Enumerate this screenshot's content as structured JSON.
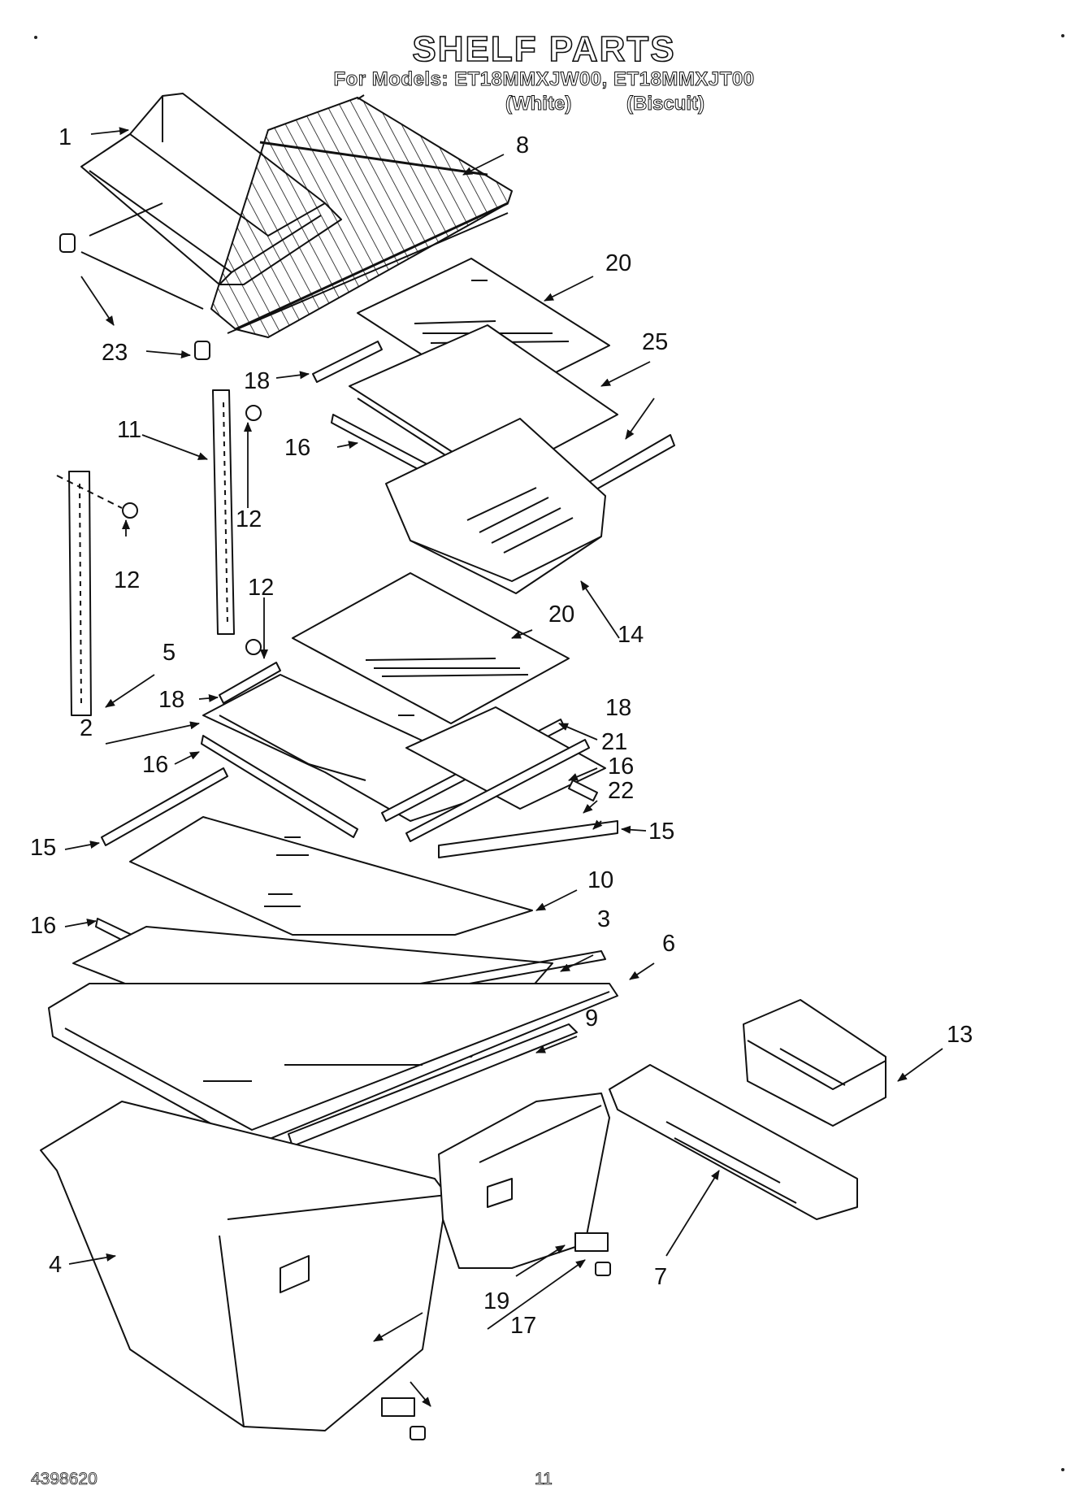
{
  "header": {
    "title": "SHELF PARTS",
    "models_line": "For Models: ET18MMXJW00, ET18MMXJT00",
    "variant_white": "(White)",
    "variant_biscuit": "(Biscuit)"
  },
  "callouts": [
    "1",
    "8",
    "20",
    "23",
    "25",
    "18",
    "11",
    "16",
    "12",
    "12",
    "12",
    "14",
    "20",
    "5",
    "18",
    "2",
    "18",
    "16",
    "21",
    "16",
    "22",
    "15",
    "15",
    "10",
    "16",
    "3",
    "6",
    "13",
    "9",
    "4",
    "7",
    "19",
    "17"
  ],
  "footer": {
    "doc_number": "4398620",
    "page_number": "11"
  }
}
